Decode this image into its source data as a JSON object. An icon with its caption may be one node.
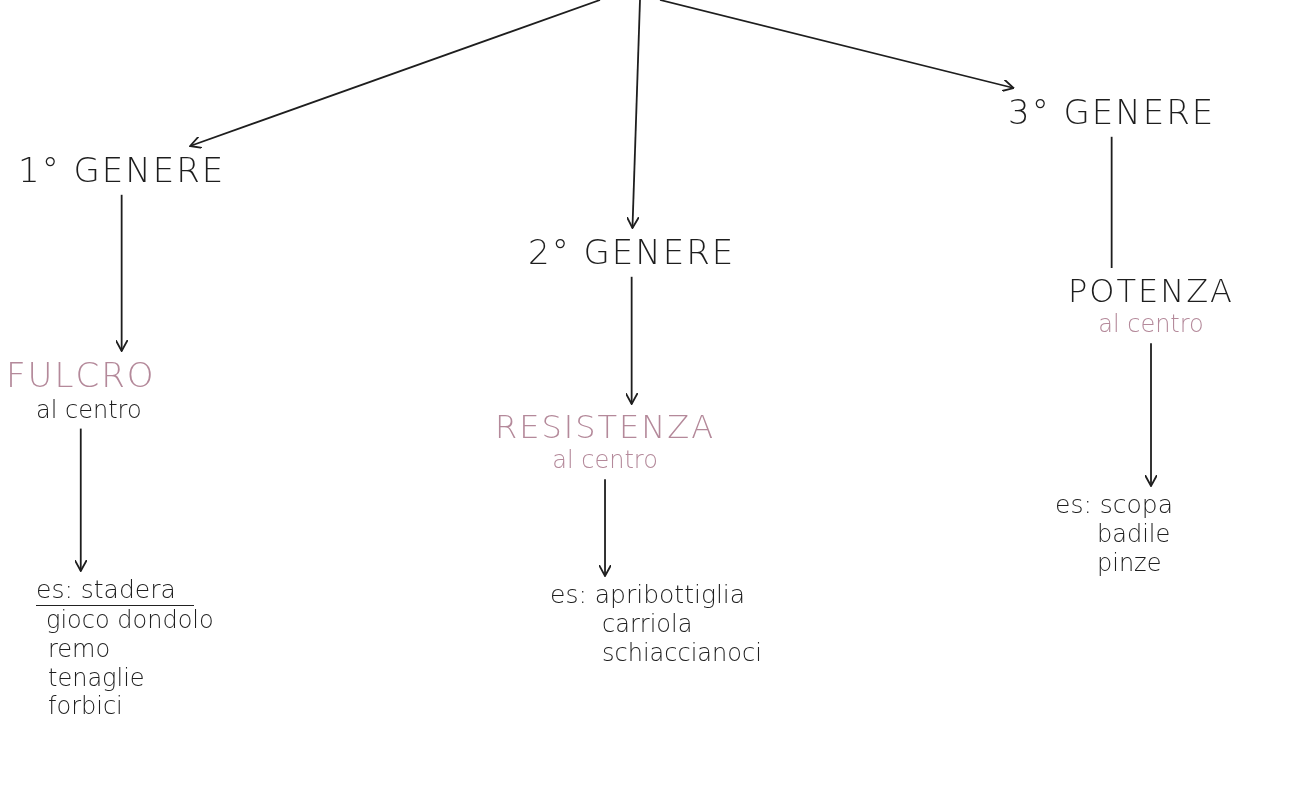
{
  "diagram": {
    "nodes": [
      {
        "text": [
          "1° GENERE"
        ]
      },
      {
        "text": [
          "2° GENERE"
        ]
      },
      {
        "text": [
          "3° GENERE"
        ]
      },
      {
        "text": [
          "FULCRO",
          "al centro"
        ]
      },
      {
        "text": [
          "es: stadera",
          "gioco dondolo",
          "remo",
          "tenaglie",
          "forbici"
        ]
      },
      {
        "text": [
          "RESISTENZA",
          "al centro"
        ]
      },
      {
        "text": [
          "es: apribottiglia",
          "carriola",
          "schiaccianoci"
        ]
      },
      {
        "text": [
          "POTENZA",
          "al centro"
        ]
      },
      {
        "text": [
          "es: scopa",
          "badile",
          "pinze"
        ]
      }
    ],
    "edges": [
      {
        "from": null,
        "to": 0,
        "arrow": "to"
      },
      {
        "from": null,
        "to": 1,
        "arrow": "to"
      },
      {
        "from": null,
        "to": 2,
        "arrow": "to"
      },
      {
        "from": 0,
        "to": 3,
        "arrow": "to"
      },
      {
        "from": 3,
        "to": 4,
        "arrow": "to"
      },
      {
        "from": 1,
        "to": 5,
        "arrow": "to"
      },
      {
        "from": 5,
        "to": 6,
        "arrow": "to"
      },
      {
        "from": 2,
        "to": 7,
        "arrow": "none"
      },
      {
        "from": 7,
        "to": 8,
        "arrow": "to"
      }
    ]
  }
}
